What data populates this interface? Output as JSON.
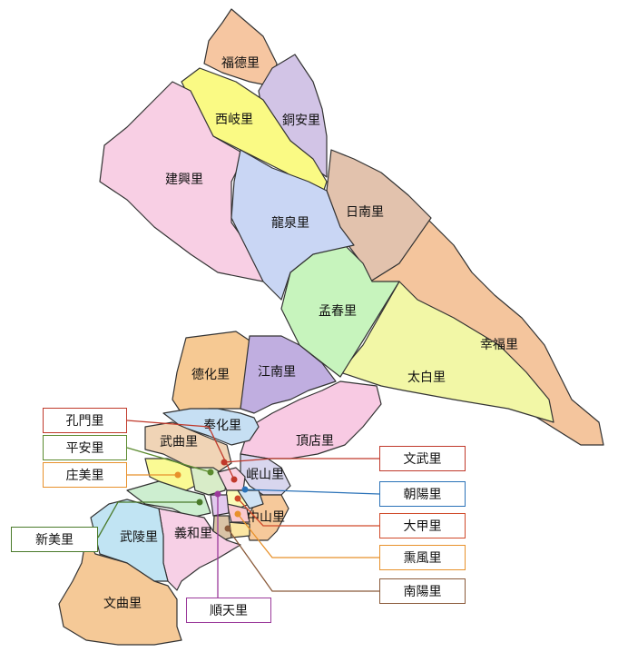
{
  "regions": {
    "fude": {
      "label": "福德里",
      "color": "#f6c6a1"
    },
    "tongan": {
      "label": "銅安里",
      "color": "#d2c4e6"
    },
    "xiqi": {
      "label": "西岐里",
      "color": "#fafa84"
    },
    "jianxing": {
      "label": "建興里",
      "color": "#f8cfe4"
    },
    "longquan": {
      "label": "龍泉里",
      "color": "#c9d6f4"
    },
    "rinan": {
      "label": "日南里",
      "color": "#e2c2ad"
    },
    "mengchun": {
      "label": "孟春里",
      "color": "#c7f4bd"
    },
    "xingfu": {
      "label": "幸福里",
      "color": "#f4c59d"
    },
    "taibai": {
      "label": "太白里",
      "color": "#f2f7a6"
    },
    "dehua": {
      "label": "德化里",
      "color": "#f6c993"
    },
    "jiangnan": {
      "label": "江南里",
      "color": "#c0aee0"
    },
    "fenghua": {
      "label": "奉化里",
      "color": "#c6dff3"
    },
    "dingdian": {
      "label": "頂店里",
      "color": "#f8cae3"
    },
    "wuqu": {
      "label": "武曲里",
      "color": "#f0d4b6"
    },
    "minshan": {
      "label": "岷山里",
      "color": "#d8d6ee"
    },
    "zhongshan": {
      "label": "中山里",
      "color": "#f6c99b"
    },
    "yihe": {
      "label": "義和里",
      "color": "#f7d0e6"
    },
    "wuling": {
      "label": "武陵里",
      "color": "#c1e4f3"
    },
    "wenqu": {
      "label": "文曲里",
      "color": "#f5c997"
    },
    "xinmei": {
      "label": "新美里",
      "color": "#cdeed0"
    },
    "zhuangmei": {
      "label": "庄美里",
      "color": "#fafa94"
    },
    "pingan": {
      "label": "平安里",
      "color": "#d8ecc8"
    },
    "kongmen": {
      "label": "孔門里",
      "color": "#f8d2e2"
    },
    "wenwu": {
      "label": "文武里",
      "color": "#fbfbb8"
    },
    "chaoyang": {
      "label": "朝陽里",
      "color": "#cfe3f4"
    },
    "dajia": {
      "label": "大甲里",
      "color": "#f9c9cf"
    },
    "lifeng": {
      "label": "熏風里",
      "color": "#fbe6a3"
    },
    "nanyang": {
      "label": "南陽里",
      "color": "#d9c3a6"
    },
    "shuntian": {
      "label": "順天里",
      "color": "#e2c9ee"
    }
  },
  "callouts": {
    "kongmen": {
      "label": "孔門里",
      "color": "#c0392b"
    },
    "pingan": {
      "label": "平安里",
      "color": "#5b8a2e"
    },
    "zhuangmei": {
      "label": "庄美里",
      "color": "#e8912b"
    },
    "xinmei": {
      "label": "新美里",
      "color": "#4a7a2a"
    },
    "wenwu": {
      "label": "文武里",
      "color": "#c0392b"
    },
    "chaoyang": {
      "label": "朝陽里",
      "color": "#2a72b8"
    },
    "dajia": {
      "label": "大甲里",
      "color": "#d04a2a"
    },
    "lifeng": {
      "label": "熏風里",
      "color": "#e8912b"
    },
    "nanyang": {
      "label": "南陽里",
      "color": "#8a5a3a"
    },
    "shuntian": {
      "label": "順天里",
      "color": "#9b3a9b"
    }
  }
}
